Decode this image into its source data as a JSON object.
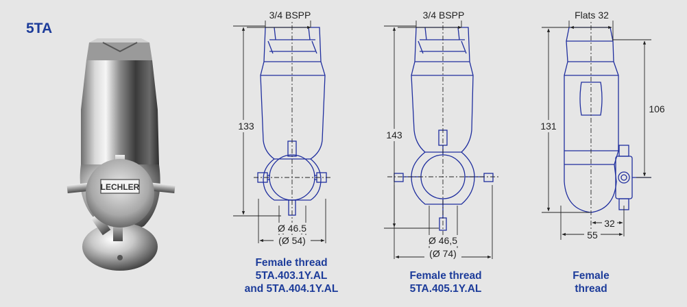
{
  "product": {
    "code": "5TA"
  },
  "photo": {
    "logo_text": "LECHLER"
  },
  "drawings": [
    {
      "thread_label": "3/4 BSPP",
      "height": "133",
      "dia_inner": "Ø 46.5",
      "dia_outer": "(Ø 54)"
    },
    {
      "thread_label": "3/4 BSPP",
      "height": "143",
      "dia_inner": "Ø 46,5",
      "dia_outer": "(Ø 74)"
    },
    {
      "flats_label": "Flats 32",
      "height_total": "131",
      "height_upper": "106",
      "offset": "32",
      "width": "55"
    }
  ],
  "captions": [
    {
      "line1": "Female thread",
      "line2": "5TA.403.1Y.AL",
      "line3": "and 5TA.404.1Y.AL"
    },
    {
      "line1": "Female thread",
      "line2": "5TA.405.1Y.AL"
    },
    {
      "line1": "Female",
      "line2": "thread"
    }
  ],
  "colors": {
    "drawing": "#1f2e9e",
    "text_blue": "#1d3c9a",
    "background": "#e6e6e6"
  }
}
